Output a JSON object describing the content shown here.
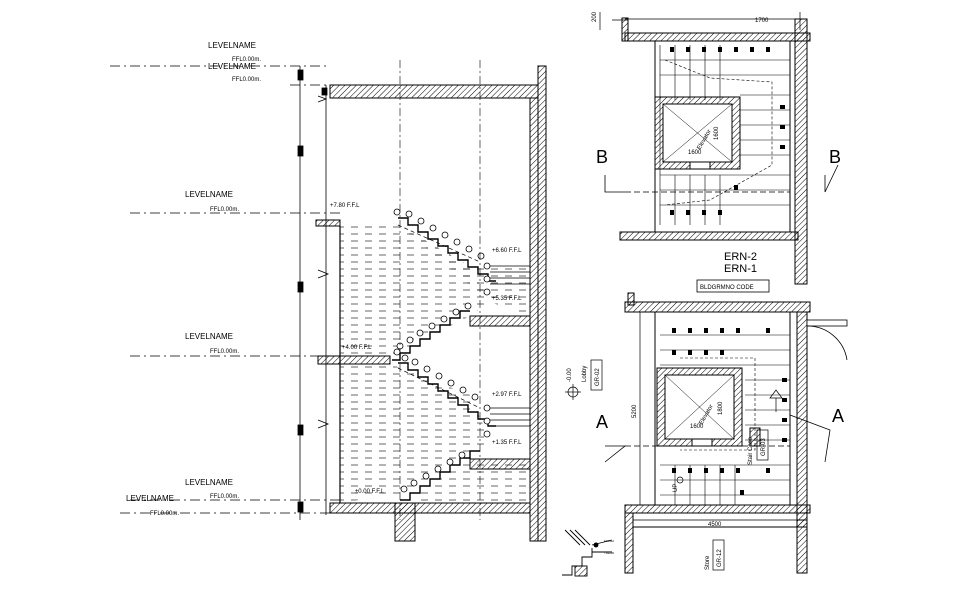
{
  "section": {
    "level_labels": [
      {
        "name": "LEVELNAME",
        "ffl": "FFL0.00m."
      },
      {
        "name": "LEVELNAME",
        "ffl": "FFL0.00m."
      },
      {
        "name": "LEVELNAME",
        "ffl": "FFL0.00m."
      },
      {
        "name": "LEVELNAME",
        "ffl": "FFL0.00m."
      },
      {
        "name": "LEVELNAME",
        "ffl": "FFL0.00m."
      },
      {
        "name": "LEVELNAME",
        "ffl": "FFL0.00m."
      }
    ],
    "elevations": {
      "e780": "+7.80 F.F.L",
      "e660": "+6.60 F.F.L",
      "e535": "+5.35 F.F.L",
      "e400": "+4.00 F.F.L",
      "e297": "+2.97 F.F.L",
      "e135": "+1.35 F.F.L",
      "e000": "±0.00 F.F.L"
    }
  },
  "plan_upper": {
    "dim_top": "1700",
    "dim_side": "200",
    "elevator_label": "Elevator",
    "dim_elev_w": "1600",
    "dim_elev_h": "1600",
    "section_left": "B",
    "section_right": "B",
    "title_1": "ERN-2",
    "title_2": "ERN-1",
    "code_box": "BLDGRMNO CODE"
  },
  "plan_lower": {
    "elevator_label": "Elevator",
    "dim_elev_w": "1600",
    "dim_elev_h": "1800",
    "dim_height": "5200",
    "dim_width": "4500",
    "section_left": "A",
    "section_right": "A",
    "level_mark": "-0.00",
    "lobby_label": "Lobby",
    "lobby_code": "GR-02",
    "stair_label": "Stair Case",
    "stair_code": "GR-03",
    "up_label": "UP",
    "store_label": "Store",
    "store_code": "GR-12"
  },
  "detail": {
    "note_1": "FINISH",
    "note_2": "TREAD"
  }
}
